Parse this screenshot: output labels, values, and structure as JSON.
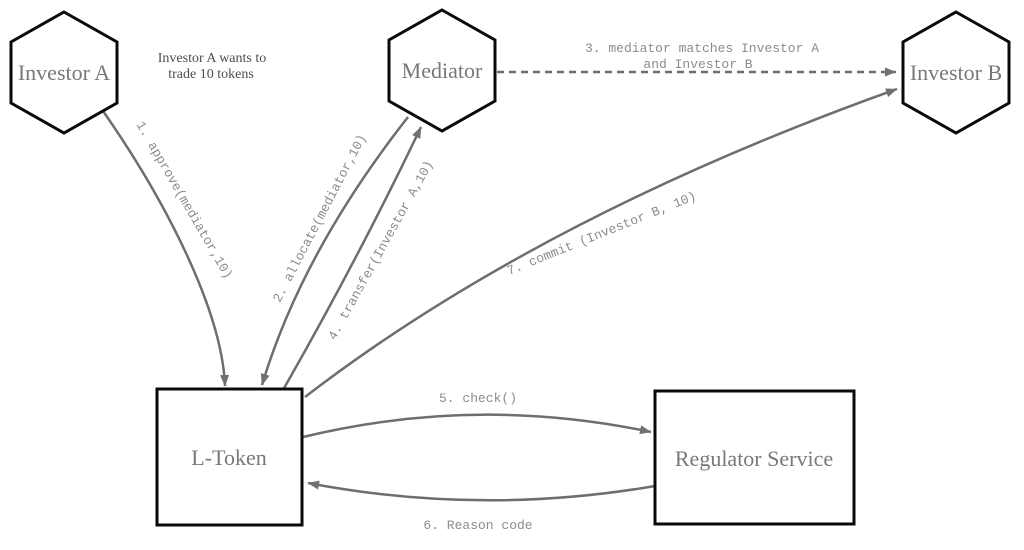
{
  "diagram": {
    "background": "#ffffff",
    "colors": {
      "node_border": "#0a0a0a",
      "node_fill": "#ffffff",
      "node_label": "#787878",
      "edge": "#6e6e6e",
      "arrowhead": "#707070",
      "edge_label": "#8c8c8c",
      "annotation_text": "#4d4d4d"
    },
    "nodes": {
      "investor_a": "Investor A",
      "mediator": "Mediator",
      "investor_b": "Investor B",
      "l_token": "L-Token",
      "regulator_service": "Regulator Service"
    },
    "annotation": {
      "line1": "Investor A wants to",
      "line2": "trade 10 tokens"
    },
    "edges": {
      "approve": {
        "from": "Investor A",
        "to": "L-Token",
        "style": "solid",
        "label": "1. approve(mediator,10)"
      },
      "allocate": {
        "from": "Mediator",
        "to": "L-Token",
        "style": "solid",
        "label": "2. allocate(mediator,10)"
      },
      "match": {
        "from": "Mediator",
        "to": "Investor B",
        "style": "dashed",
        "label_line1": "3. mediator matches Investor A",
        "label_line2": "and Investor B"
      },
      "transfer": {
        "from": "L-Token",
        "to": "Mediator",
        "style": "solid",
        "label": "4. transfer(Investor A,10)"
      },
      "check": {
        "from": "L-Token",
        "to": "Regulator Service",
        "style": "solid",
        "label": "5. check()"
      },
      "reason": {
        "from": "Regulator Service",
        "to": "L-Token",
        "style": "solid",
        "label": "6. Reason code"
      },
      "commit": {
        "from": "L-Token",
        "to": "Investor B",
        "style": "solid",
        "label": "7. commit (Investor B, 10)"
      }
    }
  }
}
